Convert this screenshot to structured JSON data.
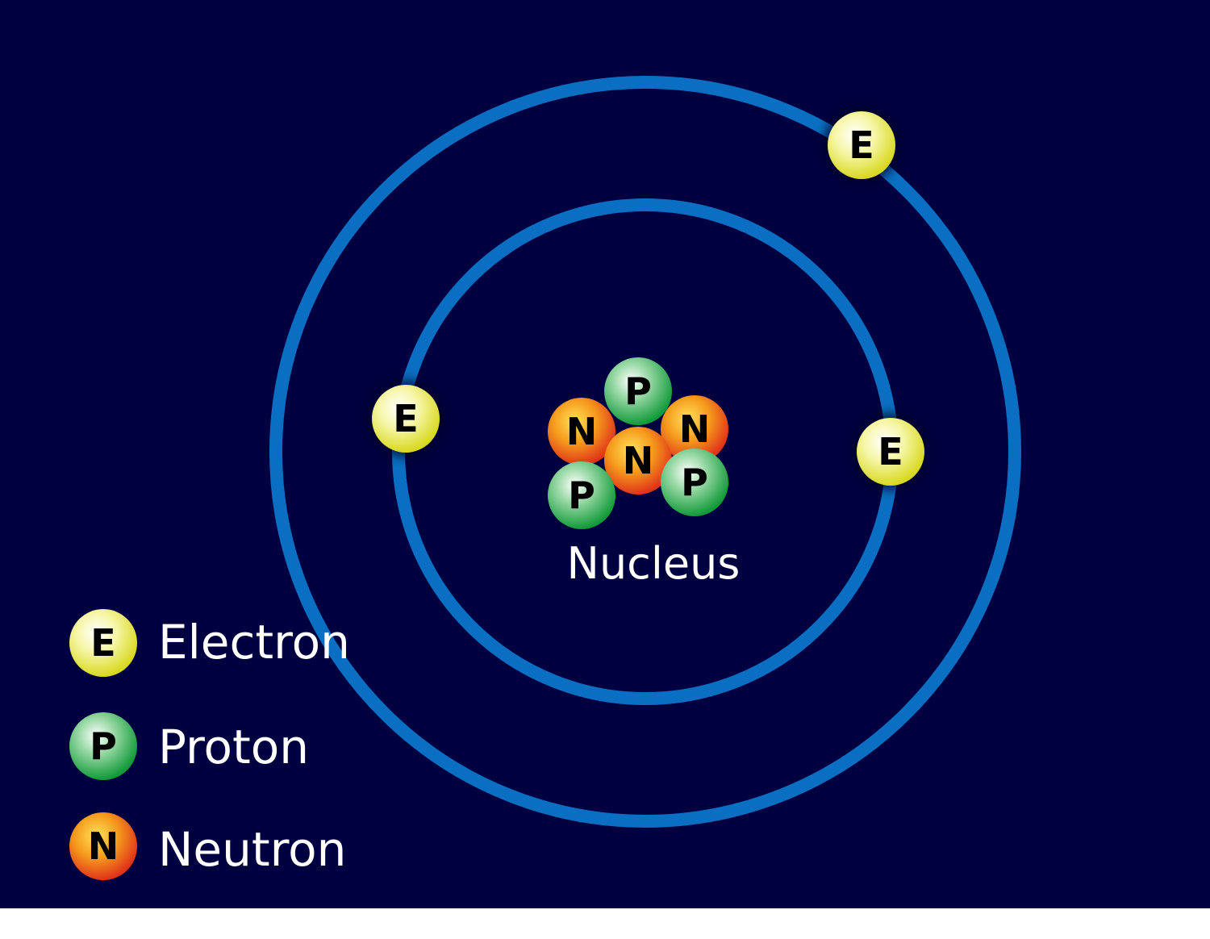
{
  "colors": {
    "background": "#000040",
    "orbit": "#0a6fc2",
    "electron": "#ecec5a",
    "proton": "#2fa84e",
    "neutron": "#f07a18"
  },
  "diagram": {
    "nucleus_label": "Nucleus",
    "particles": {
      "electron_letter": "E",
      "proton_letter": "P",
      "neutron_letter": "N"
    }
  },
  "legend": {
    "electron": {
      "letter": "E",
      "label": "Electron"
    },
    "proton": {
      "letter": "P",
      "label": "Proton"
    },
    "neutron": {
      "letter": "N",
      "label": "Neutron"
    }
  }
}
